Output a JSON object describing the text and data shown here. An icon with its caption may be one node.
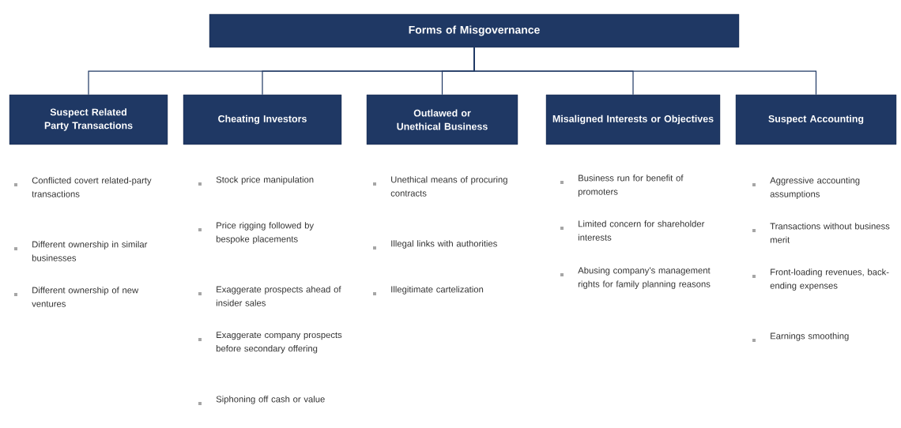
{
  "diagram": {
    "nodes": [
      {
        "text": [
          "Forms of Misgovernance"
        ]
      },
      {
        "text": [
          "Suspect Related Party Transactions"
        ]
      },
      {
        "text": [
          "Cheating Investors"
        ]
      },
      {
        "text": [
          "Outlawed or Unethical Business"
        ]
      },
      {
        "text": [
          "Misaligned Interests or Objectives"
        ]
      },
      {
        "text": [
          "Suspect Accounting"
        ]
      }
    ],
    "edges": [
      {
        "from": 0,
        "to": 1,
        "arrow": "none"
      },
      {
        "from": 0,
        "to": 2,
        "arrow": "none"
      },
      {
        "from": 0,
        "to": 3,
        "arrow": "none"
      },
      {
        "from": 0,
        "to": 4,
        "arrow": "none"
      },
      {
        "from": 0,
        "to": 5,
        "arrow": "none"
      }
    ],
    "labels": [
      "Conflicted covert related-party transactions",
      "Different ownership in similar businesses",
      "Different ownership of new ventures",
      "Stock price manipulation",
      "Price rigging followed by bespoke placements",
      "Exaggerate prospects ahead of insider sales",
      "Exaggerate company prospects before secondary offering",
      "Siphoning off cash or value",
      "Unethical means of procuring contracts",
      "Illegal links with authorities",
      "Illegitimate cartelization",
      "Business run for benefit of promoters",
      "Limited concern for shareholder interests",
      "Abusing company’s management rights for family planning reasons",
      "Aggressive accounting assumptions",
      "Transactions without business merit",
      "Front-loading revenues, back-ending expenses",
      "Earnings smoothing"
    ]
  }
}
